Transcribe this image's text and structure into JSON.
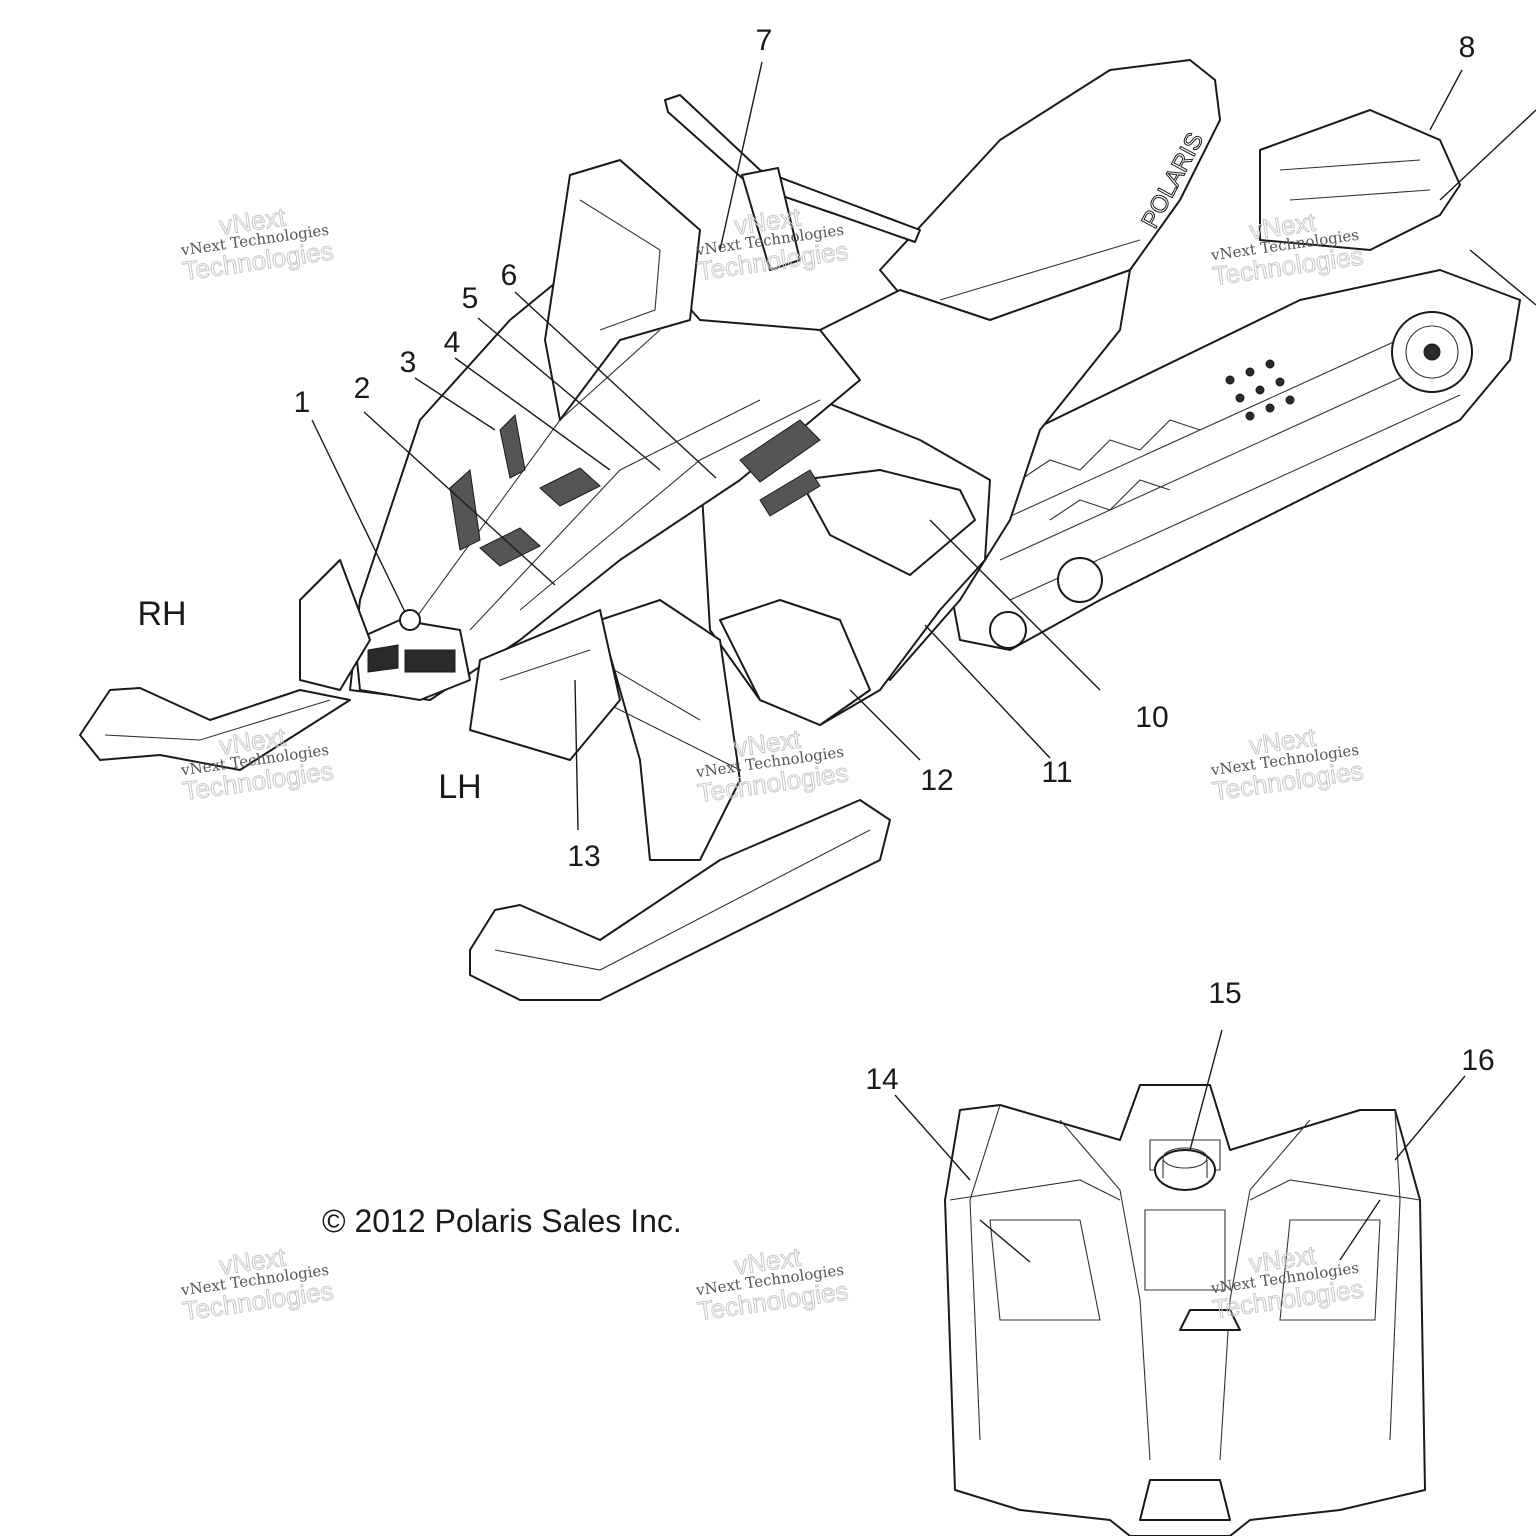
{
  "copyright": "© 2012 Polaris Sales Inc.",
  "sides": {
    "rh": "RH",
    "lh": "LH"
  },
  "callouts": [
    "1",
    "2",
    "3",
    "4",
    "5",
    "6",
    "7",
    "8",
    "10",
    "11",
    "12",
    "13",
    "14",
    "15",
    "16"
  ],
  "brand_text": "POLARIS",
  "watermark": {
    "line1": "vNext Technologies",
    "line2": "Technologies",
    "line3": "vNext"
  }
}
